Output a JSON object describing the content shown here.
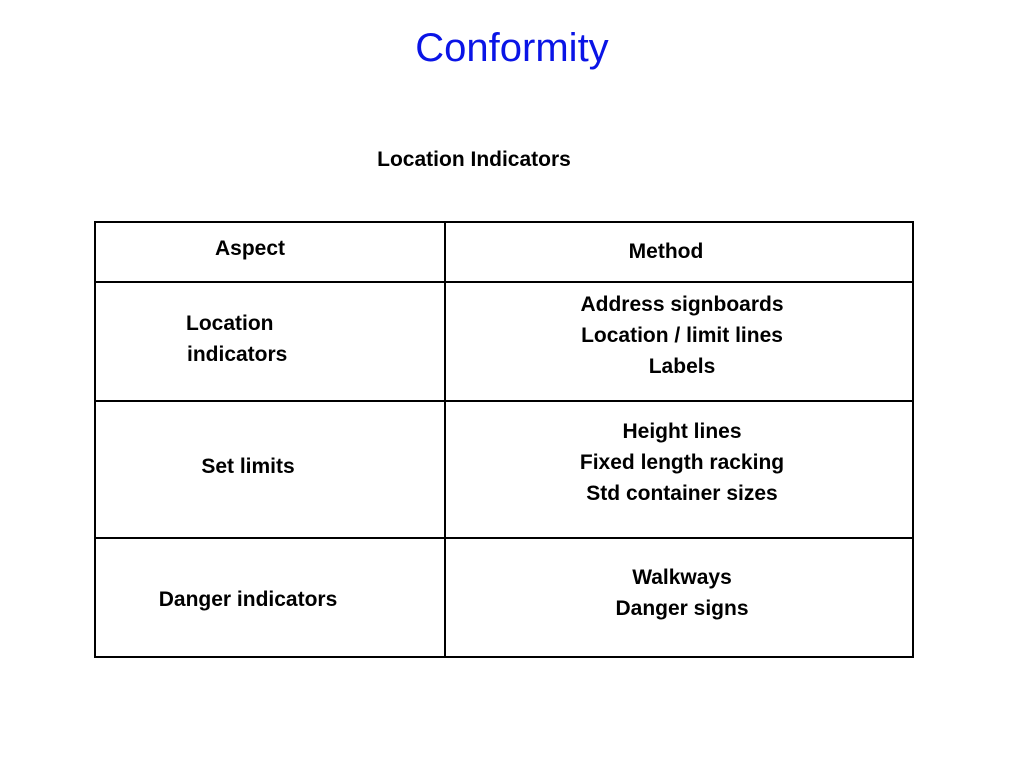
{
  "slide": {
    "title": "Conformity",
    "subtitle": "Location Indicators"
  },
  "table": {
    "headers": {
      "aspect": "Aspect",
      "method": "Method"
    },
    "rows": [
      {
        "aspect_lines": [
          "Location",
          "indicators"
        ],
        "method_lines": [
          "Address signboards",
          "Location / limit lines",
          "Labels"
        ]
      },
      {
        "aspect_lines": [
          "Set limits"
        ],
        "method_lines": [
          "Height lines",
          "Fixed length racking",
          "Std container sizes"
        ]
      },
      {
        "aspect_lines": [
          "Danger indicators"
        ],
        "method_lines": [
          "Walkways",
          "Danger signs"
        ]
      }
    ]
  },
  "colors": {
    "title": "#0a14e6",
    "text": "#000000",
    "background": "#ffffff",
    "border": "#000000"
  }
}
